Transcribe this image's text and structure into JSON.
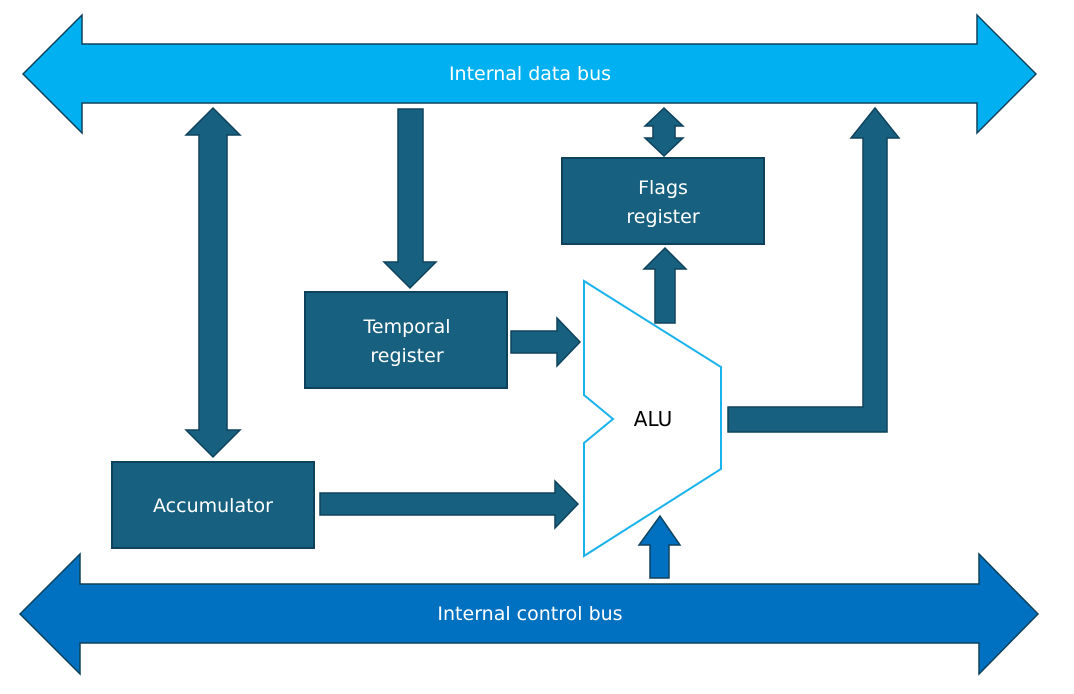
{
  "diagram": {
    "title": "CPU internal architecture block diagram",
    "colors": {
      "data_bus": "#00B0F0",
      "control_bus": "#0070C0",
      "block": "#18607F",
      "block_outline": "#0E425C",
      "alu_outline": "#1AB2EA",
      "alu_fill": "#FFFFFF",
      "text_light": "#FFFFFF",
      "text_dark": "#000000"
    },
    "buses": {
      "data": {
        "label": "Internal data bus",
        "direction": "bidirectional"
      },
      "control": {
        "label": "Internal control bus",
        "direction": "bidirectional"
      }
    },
    "blocks": {
      "flags": {
        "line1": "Flags",
        "line2": "register"
      },
      "temporal": {
        "line1": "Temporal",
        "line2": "register"
      },
      "accumulator": {
        "label": "Accumulator"
      },
      "alu": {
        "label": "ALU"
      }
    },
    "connections": [
      {
        "from": "Internal data bus",
        "to": "Accumulator",
        "type": "bidirectional"
      },
      {
        "from": "Internal data bus",
        "to": "Temporal register",
        "type": "unidirectional"
      },
      {
        "from": "Internal data bus",
        "to": "Flags register",
        "type": "bidirectional"
      },
      {
        "from": "Temporal register",
        "to": "ALU",
        "type": "unidirectional"
      },
      {
        "from": "Accumulator",
        "to": "ALU",
        "type": "unidirectional"
      },
      {
        "from": "ALU",
        "to": "Flags register",
        "type": "unidirectional"
      },
      {
        "from": "ALU",
        "to": "Internal data bus",
        "type": "unidirectional"
      },
      {
        "from": "Internal control bus",
        "to": "ALU",
        "type": "unidirectional"
      }
    ]
  }
}
